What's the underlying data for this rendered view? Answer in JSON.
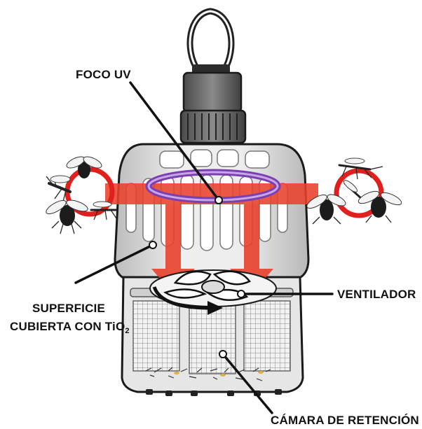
{
  "labels": {
    "uv_bulb": "FOCO UV",
    "fan": "VENTILADOR",
    "surface_line1": "SUPERFICIE",
    "surface_line2_prefix": "CUBIERTA CON TiO",
    "surface_line2_subscript": "2",
    "chamber": "CÁMARA DE RETENCIÓN"
  },
  "colors": {
    "airflow_arrow": "#e8412c",
    "attraction_ring": "#e0201c",
    "uv_ring": "#9a5cc6",
    "body_fill": "#dedede",
    "outline": "#1a1a1a"
  },
  "icons": [
    "hanger-hook-icon",
    "insect-icon",
    "fan-icon",
    "mesh-grid-icon"
  ]
}
